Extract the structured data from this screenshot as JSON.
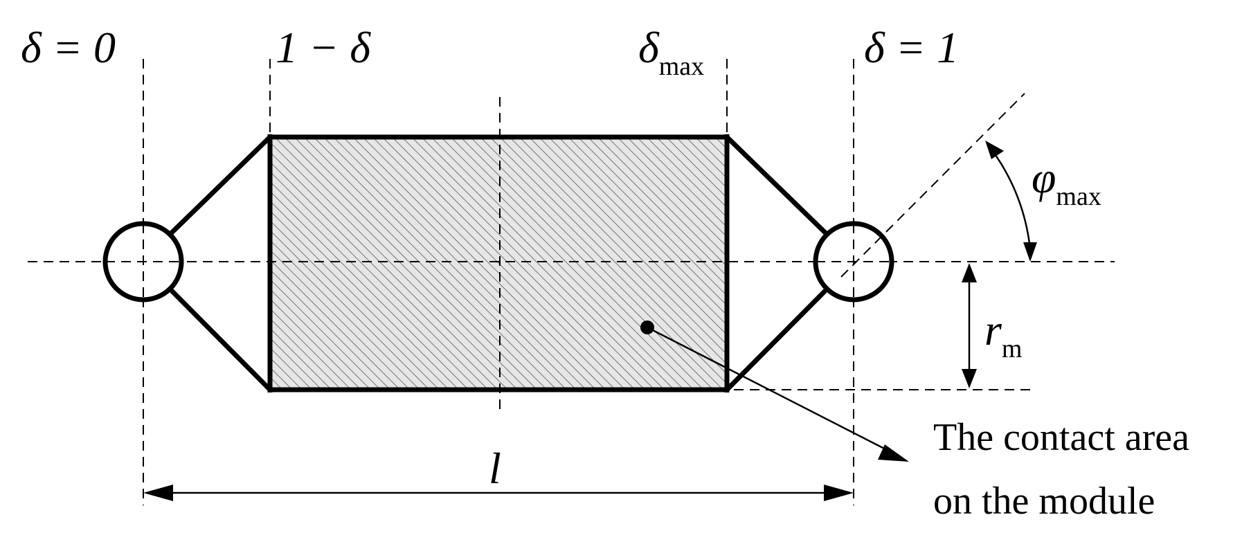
{
  "labels": {
    "delta_zero": "δ = 0",
    "one_minus_delta": "1 − δ",
    "delta_max_symbol": "δ",
    "delta_max_sub": "max",
    "delta_one": "δ = 1",
    "phi_symbol": "φ",
    "phi_sub": "max",
    "r_symbol": "r",
    "r_sub": "m",
    "length_symbol": "l",
    "annotation_line1": "The contact area",
    "annotation_line2": "on the module"
  }
}
